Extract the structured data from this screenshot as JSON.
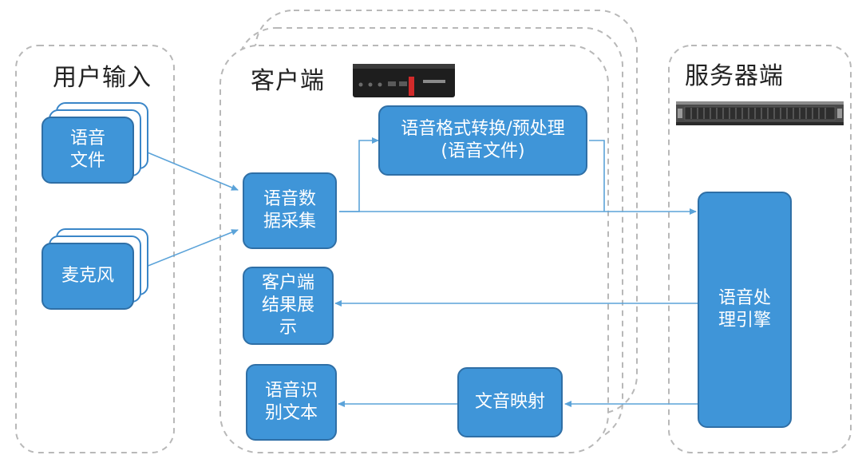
{
  "sections": {
    "user_input": "用户输入",
    "client": "客户端",
    "server": "服务器端"
  },
  "nodes": {
    "voice_file": "语音\n文件",
    "microphone": "麦克风",
    "data_collect": "语音数\n据采集",
    "format_convert": "语音格式转换/预处理\n(语音文件)",
    "client_display": "客户端\n结果展\n示",
    "recognized_text": "语音识\n别文本",
    "text_mapping": "文音映射",
    "engine": "语音处\n理引擎"
  },
  "colors": {
    "box_fill": "#3f95d8",
    "box_border": "#2f6fa6",
    "arrow": "#5ba3d9",
    "dashed": "#b8b8b8"
  }
}
